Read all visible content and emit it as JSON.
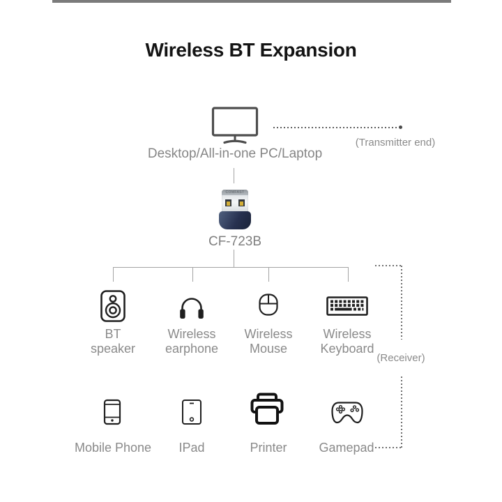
{
  "page": {
    "title": "Wireless BT Expansion"
  },
  "transmitter": {
    "device_label": "Desktop/All-in-one PC/Laptop",
    "annotation": "(Transmitter end)"
  },
  "adapter": {
    "brand": "COMFAST",
    "model": "CF-723B"
  },
  "receiver": {
    "annotation": "(Receiver)",
    "row1": [
      {
        "icon": "bt-speaker-icon",
        "line1": "BT",
        "line2": "speaker"
      },
      {
        "icon": "wireless-earphone-icon",
        "line1": "Wireless",
        "line2": "earphone"
      },
      {
        "icon": "wireless-mouse-icon",
        "line1": "Wireless",
        "line2": "Mouse"
      },
      {
        "icon": "wireless-keyboard-icon",
        "line1": "Wireless",
        "line2": "Keyboard"
      }
    ],
    "row2": [
      {
        "icon": "mobile-phone-icon",
        "label": "Mobile Phone"
      },
      {
        "icon": "ipad-icon",
        "label": "IPad"
      },
      {
        "icon": "printer-icon",
        "label": "Printer"
      },
      {
        "icon": "gamepad-icon",
        "label": "Gamepad"
      }
    ]
  },
  "colors": {
    "label_gray": "#8a8a8a",
    "line_gray": "#a3a3a3",
    "icon_black": "#1f1f1f",
    "monitor_gray": "#4d4d4d",
    "dongle_navy": "#2c3854",
    "usb_gold": "#d4af37",
    "top_bar": "#7b7b7b"
  }
}
